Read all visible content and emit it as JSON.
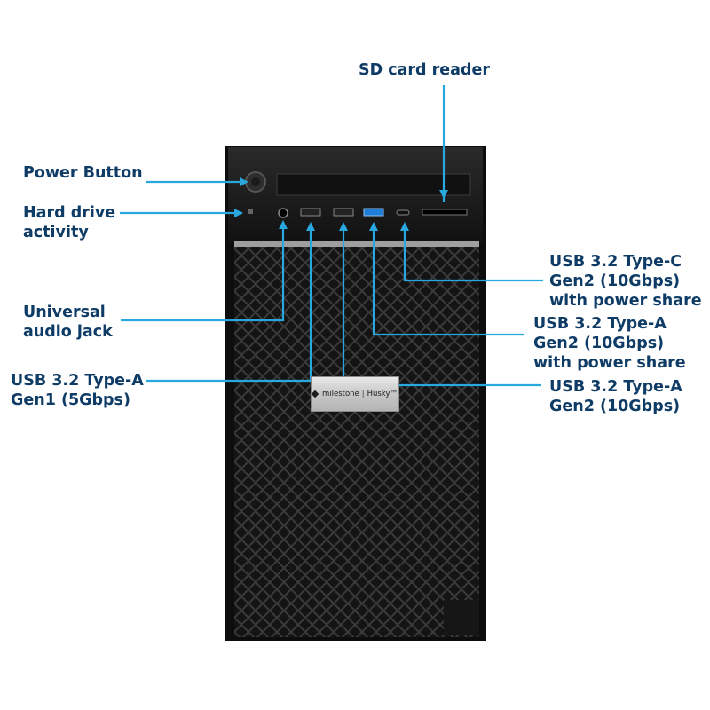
{
  "labels": {
    "sd_card_reader": "SD card reader",
    "power_button": "Power Button",
    "hard_drive_activity": "Hard drive\nactivity",
    "universal_audio_jack": "Universal\naudio jack",
    "usb_a_gen1": "USB 3.2 Type-A\nGen1 (5Gbps)",
    "usb_c_gen2_power": "USB 3.2 Type-C\nGen2 (10Gbps)\nwith power share",
    "usb_a_gen2_power": "USB 3.2 Type-A\nGen2 (10Gbps)\nwith power share",
    "usb_a_gen2": "USB 3.2 Type-A\nGen2 (10Gbps)"
  },
  "brand": {
    "name": "milestone",
    "product": "Husky™"
  },
  "colors": {
    "label_text": "#0f3c66",
    "callout_line": "#29a8e0",
    "chassis": "#1a1a1a",
    "usb_gen2_blue": "#1f7fd8"
  }
}
